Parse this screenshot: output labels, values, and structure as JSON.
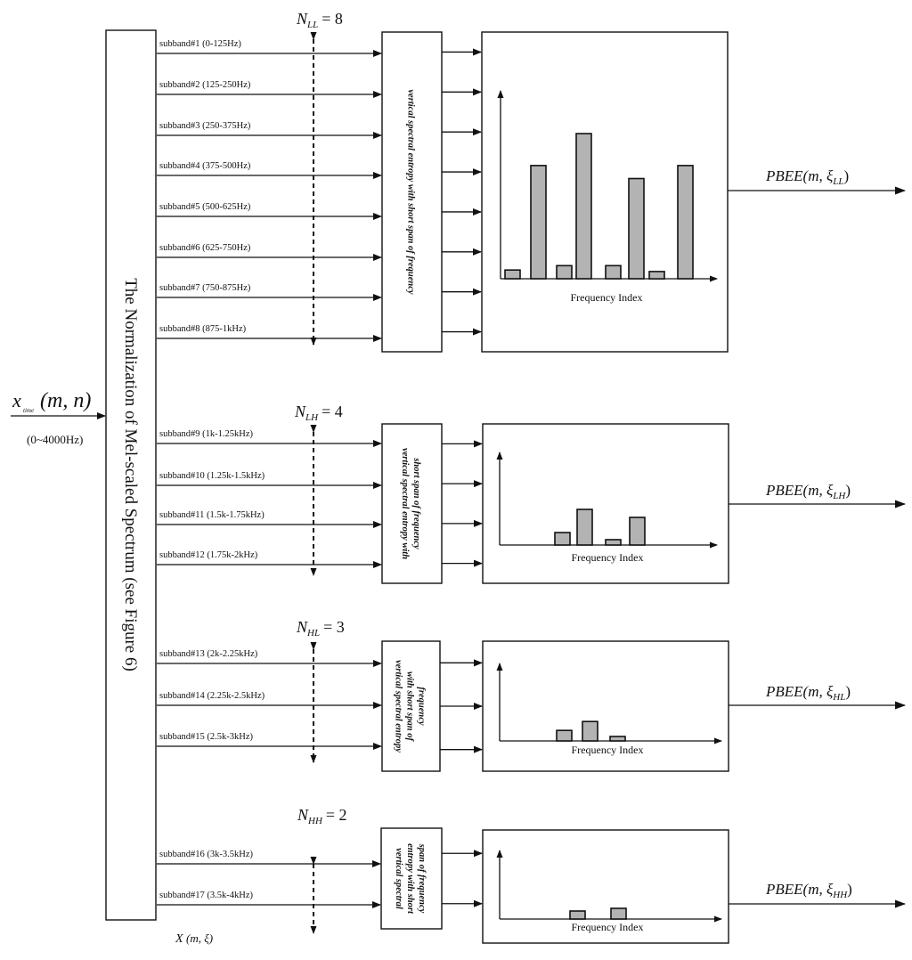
{
  "input": {
    "x": "x",
    "x_sub": "time",
    "x_args": "(m, n)",
    "range": "(0~4000Hz)"
  },
  "norm_label": "The Normalization of Mel-scaled Spectrum (see Figure 6)",
  "x_out": {
    "main": "X",
    "args": "(m, ξ)"
  },
  "groups": [
    {
      "n_main": "N",
      "n_sub": "LL",
      "n_val": "= 8",
      "subbands": [
        "subband#1 (0-125Hz)",
        "subband#2 (125-250Hz)",
        "subband#3 (250-375Hz)",
        "subband#4 (375-500Hz)",
        "subband#5 (500-625Hz)",
        "subband#6 (625-750Hz)",
        "subband#7 (750-875Hz)",
        "subband#8 (875-1kHz)"
      ],
      "entropy_label": [
        "vertical spectral entropy with short span of frequency"
      ],
      "freq_label": "Frequency Index",
      "bars": [
        0.06,
        0.78,
        0.09,
        1.0,
        0.09,
        0.69,
        0.05,
        0.78
      ],
      "out_main": "PBEE",
      "out_args": "(m, ξ",
      "out_sub": "LL",
      "out_close": ")"
    },
    {
      "n_main": "N",
      "n_sub": "LH",
      "n_val": "= 4",
      "subbands": [
        "subband#9 (1k-1.25kHz)",
        "subband#10 (1.25k-1.5kHz)",
        "subband#11 (1.5k-1.75kHz)",
        "subband#12 (1.75k-2kHz)"
      ],
      "entropy_label": [
        "vertical spectral entropy with",
        "short span of frequency"
      ],
      "freq_label": "Frequency Index",
      "bars": [
        0.14,
        0.4,
        0.06,
        0.31
      ],
      "out_main": "PBEE",
      "out_args": "(m, ξ",
      "out_sub": "LH",
      "out_close": ")"
    },
    {
      "n_main": "N",
      "n_sub": "HL",
      "n_val": "= 3",
      "subbands": [
        "subband#13 (2k-2.25kHz)",
        "subband#14 (2.25k-2.5kHz)",
        "subband#15 (2.5k-3kHz)"
      ],
      "entropy_label": [
        "vertical spectral entropy",
        "with short span of",
        "frequency"
      ],
      "freq_label": "Frequency Index",
      "bars": [
        0.14,
        0.26,
        0.06
      ],
      "out_main": "PBEE",
      "out_args": "(m, ξ",
      "out_sub": "HL",
      "out_close": ")"
    },
    {
      "n_main": "N",
      "n_sub": "HH",
      "n_val": "= 2",
      "subbands": [
        "subband#16 (3k-3.5kHz)",
        "subband#17 (3.5k-4kHz)"
      ],
      "entropy_label": [
        "vertical spectral",
        "entropy with short",
        "span of frequency"
      ],
      "freq_label": "Frequency Index",
      "bars": [
        0.12,
        0.16
      ],
      "out_main": "PBEE",
      "out_args": "(m, ξ",
      "out_sub": "HH",
      "out_close": ")"
    }
  ]
}
